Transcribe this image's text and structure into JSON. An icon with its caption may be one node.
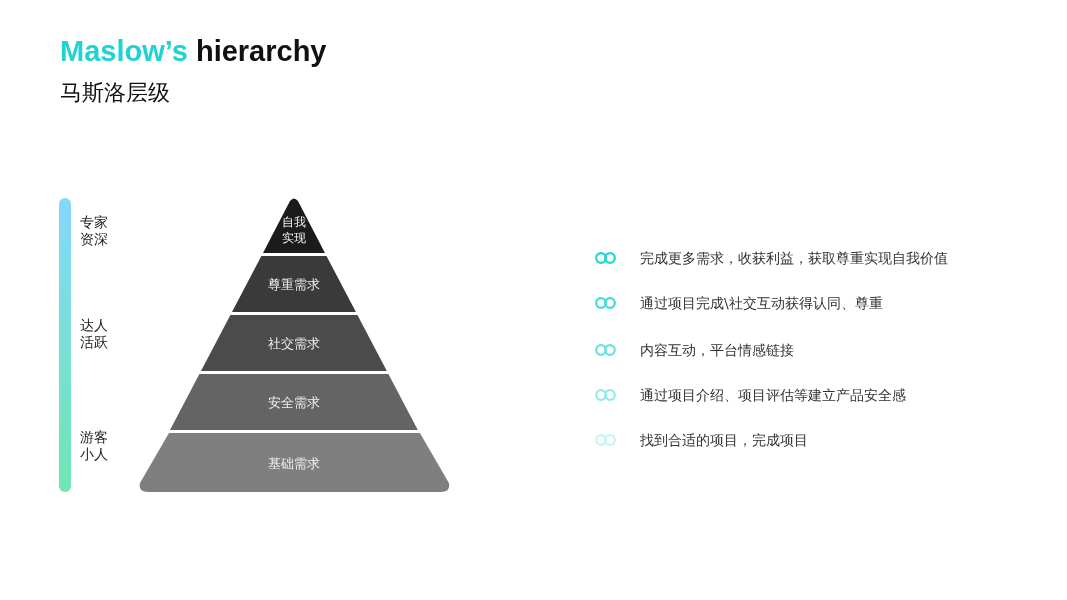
{
  "diagram": {
    "title": "Maslow’s hierarchy",
    "nodes": [
      {
        "text": [
          "自我实现"
        ]
      },
      {
        "text": [
          "尊重需求"
        ]
      },
      {
        "text": [
          "社交需求"
        ]
      },
      {
        "text": [
          "安全需求"
        ]
      },
      {
        "text": [
          "基础需求"
        ]
      }
    ],
    "labels": [
      "马斯洛层级",
      "专家资深",
      "达人活跃",
      "游客小人",
      "完成更多需求，收获利益，获取尊重实现自我价值",
      "通过项目完成\\社交互动获得认同、尊重",
      "内容互动，平台情感链接",
      "通过项目介绍、项目评估等建立产品安全感",
      "找到合适的项目，完成项目"
    ]
  }
}
